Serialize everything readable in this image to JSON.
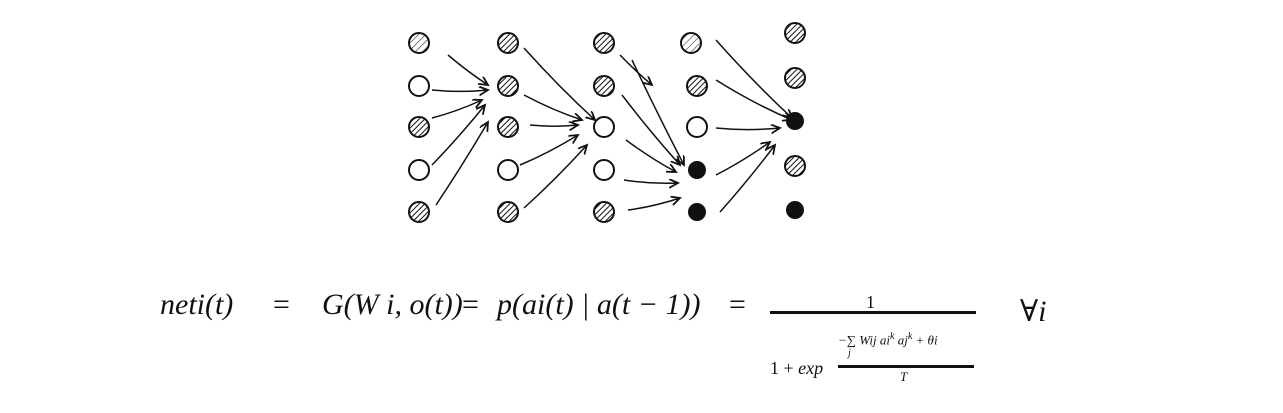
{
  "equation": {
    "lhs": "neti(t)",
    "eq1": "=",
    "g_term": "G(W i,  o(t))",
    "eq2": "=",
    "p_term": "p(ai(t) | a(t − 1))",
    "eq3": "=",
    "fraction_numerator": "1",
    "denominator_prefix": "1 + ",
    "denominator_exp": "exp",
    "inner_numerator": "−∑ Wij ai",
    "inner_sup1": "k",
    "inner_mid": " aj",
    "inner_sup2": "k",
    "inner_tail": " + θi",
    "inner_sum_index": "j",
    "inner_denominator": "T",
    "quantifier_symbol": "∀",
    "quantifier_var": "i"
  },
  "network": {
    "columns": [
      [
        "hatched-light",
        "empty",
        "hatched",
        "empty",
        "hatched"
      ],
      [
        "hatched",
        "hatched",
        "hatched",
        "empty",
        "hatched"
      ],
      [
        "hatched",
        "hatched",
        "empty",
        "empty",
        "hatched"
      ],
      [
        "hatched-light",
        "hatched",
        "empty",
        "filled",
        "filled"
      ],
      [
        "hatched",
        "hatched",
        "filled",
        "hatched",
        "filled"
      ]
    ]
  }
}
